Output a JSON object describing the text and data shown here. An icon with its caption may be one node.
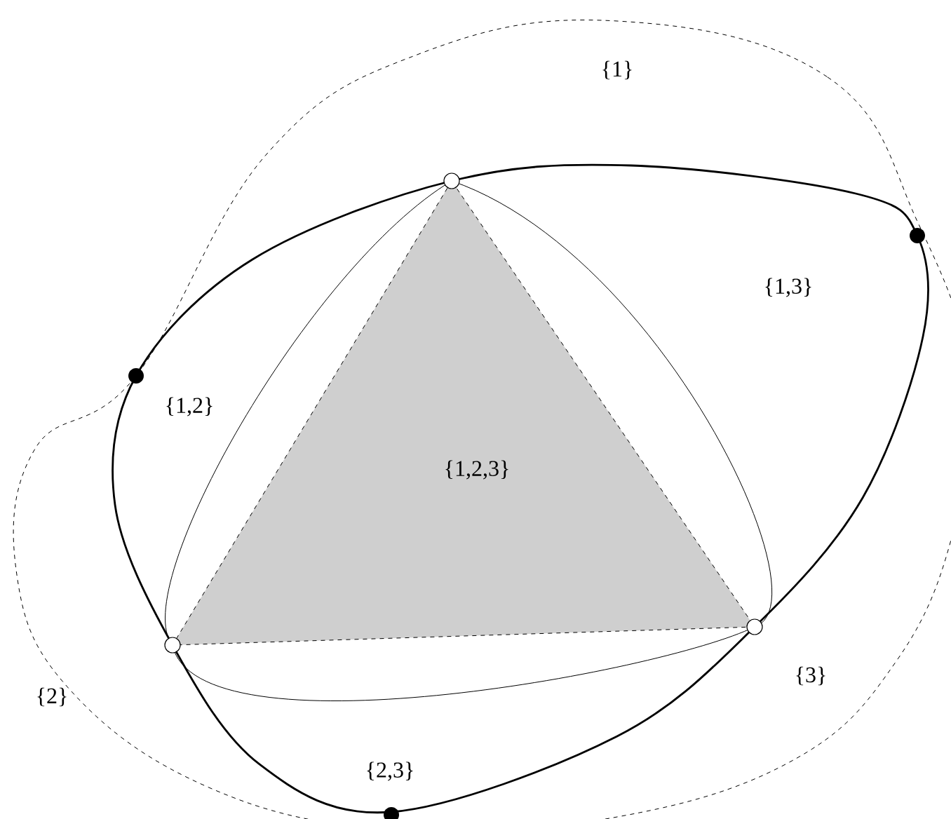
{
  "diagram": {
    "labels": [
      "{1}",
      "{1,3}",
      "{1,2}",
      "{1,2,3}",
      "{2}",
      "{3}",
      "{2,3}"
    ]
  }
}
